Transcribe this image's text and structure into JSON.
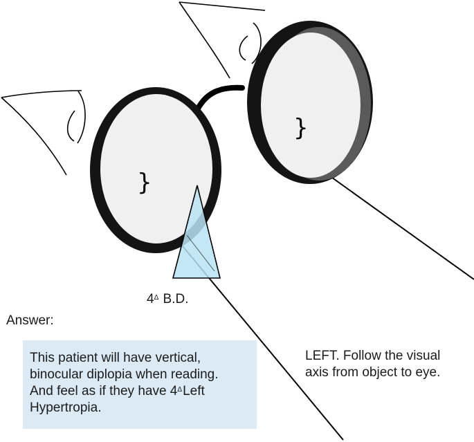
{
  "prism": {
    "amount": "4",
    "symbol": "Δ",
    "base": "B.D.",
    "fill_color": "#b9e3f3"
  },
  "answer": {
    "heading": "Answer:",
    "lines": [
      "This patient will have vertical,",
      "binocular diplopia when reading.",
      "And feel as if they have 4"
    ],
    "line3_symbol": "Δ",
    "line3_suffix": "Left",
    "line4": "Hypertropia.",
    "box_color": "#dbeaf5"
  },
  "note": {
    "lines": [
      "LEFT.  Follow the visual",
      "axis from object to eye."
    ]
  }
}
